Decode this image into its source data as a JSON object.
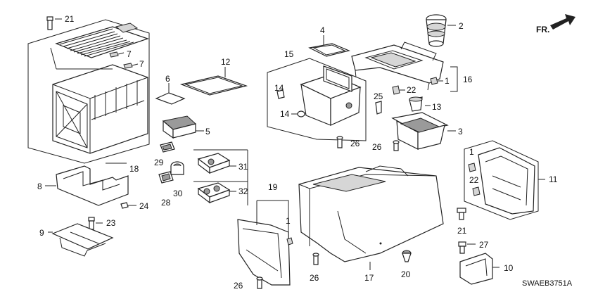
{
  "diagram_code": "SWAEB3751A",
  "direction_label": "FR.",
  "callouts": [
    "21",
    "2",
    "4",
    "7",
    "7",
    "15",
    "16",
    "12",
    "6",
    "1",
    "22",
    "14",
    "25",
    "13",
    "14",
    "5",
    "3",
    "26",
    "26",
    "18",
    "29",
    "31",
    "1",
    "30",
    "8",
    "32",
    "11",
    "24",
    "28",
    "19",
    "22",
    "23",
    "1",
    "9",
    "21",
    "27",
    "26",
    "26",
    "17",
    "20",
    "10"
  ]
}
